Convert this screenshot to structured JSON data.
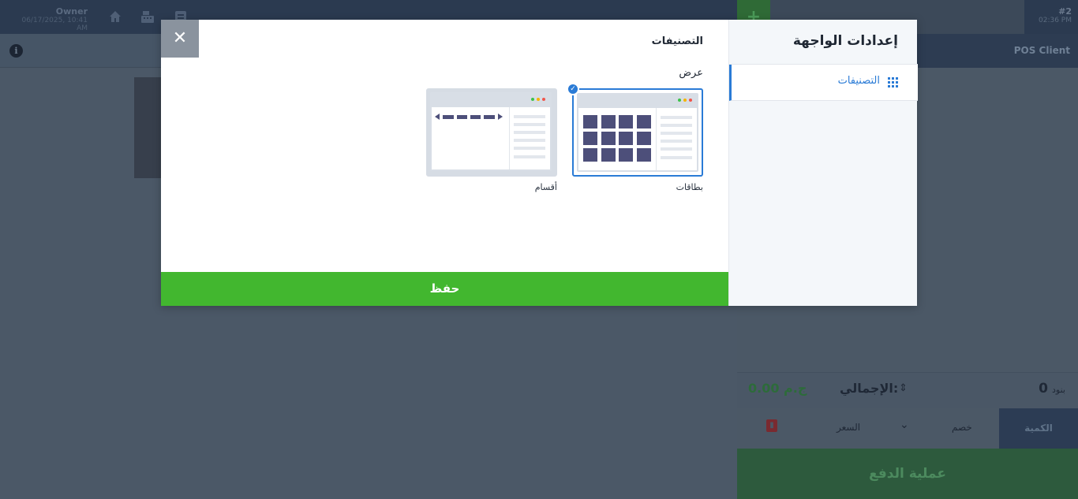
{
  "header": {
    "user_name": "Owner",
    "datetime": "06/17/2025, 10:41 AM",
    "order_number": "#2",
    "order_time": "02:36 PM",
    "add_symbol": "+",
    "client_label": "POS Client"
  },
  "cart": {
    "items_count": "0",
    "items_label": "بنود",
    "total_label": "الإجمالي:",
    "total_value": "0.00 ج.م",
    "sort_symbol": "⇕",
    "quantity_label": "الكمية",
    "discount_label": "خصم",
    "price_label": "السعر",
    "pay_label": "عملية الدفع"
  },
  "modal": {
    "title": "إعدادات الواجهة",
    "nav_items": [
      {
        "label": "التصنيفات",
        "icon": "grid-icon",
        "active": true
      }
    ],
    "section_title": "التصنيفات",
    "view_label": "عرض",
    "options": [
      {
        "label": "بطاقات",
        "selected": true
      },
      {
        "label": "أقسام",
        "selected": false
      }
    ],
    "save_label": "حفظ",
    "close_symbol": "✕"
  },
  "colors": {
    "accent": "#2a7bd6",
    "save_button": "#42b72f",
    "preview_blocks": "#4d4f7a",
    "dot_red": "#f0554b",
    "dot_yellow": "#f5b400",
    "dot_green": "#3cc24a"
  }
}
